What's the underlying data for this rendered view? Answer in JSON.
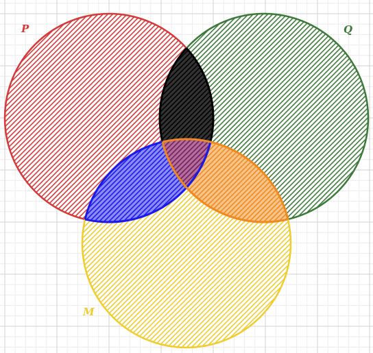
{
  "sets": [
    {
      "id": "P",
      "label": "P",
      "color": "#d43a3a"
    },
    {
      "id": "Q",
      "label": "Q",
      "color": "#3d7a3a"
    },
    {
      "id": "M",
      "label": "M",
      "color": "#f0cc2e"
    }
  ],
  "regions": [
    {
      "id": "P∩Q",
      "color": "#000000"
    },
    {
      "id": "P∩M",
      "color": "#1a1aee"
    },
    {
      "id": "Q∩M",
      "color": "#f08a20"
    },
    {
      "id": "P∩Q∩M",
      "color": "#7a1a5e"
    }
  ],
  "style": {
    "grid_minor": "#ececec",
    "grid_major": "#d2d2d2",
    "fill_pattern": "diagonal-hatch"
  }
}
